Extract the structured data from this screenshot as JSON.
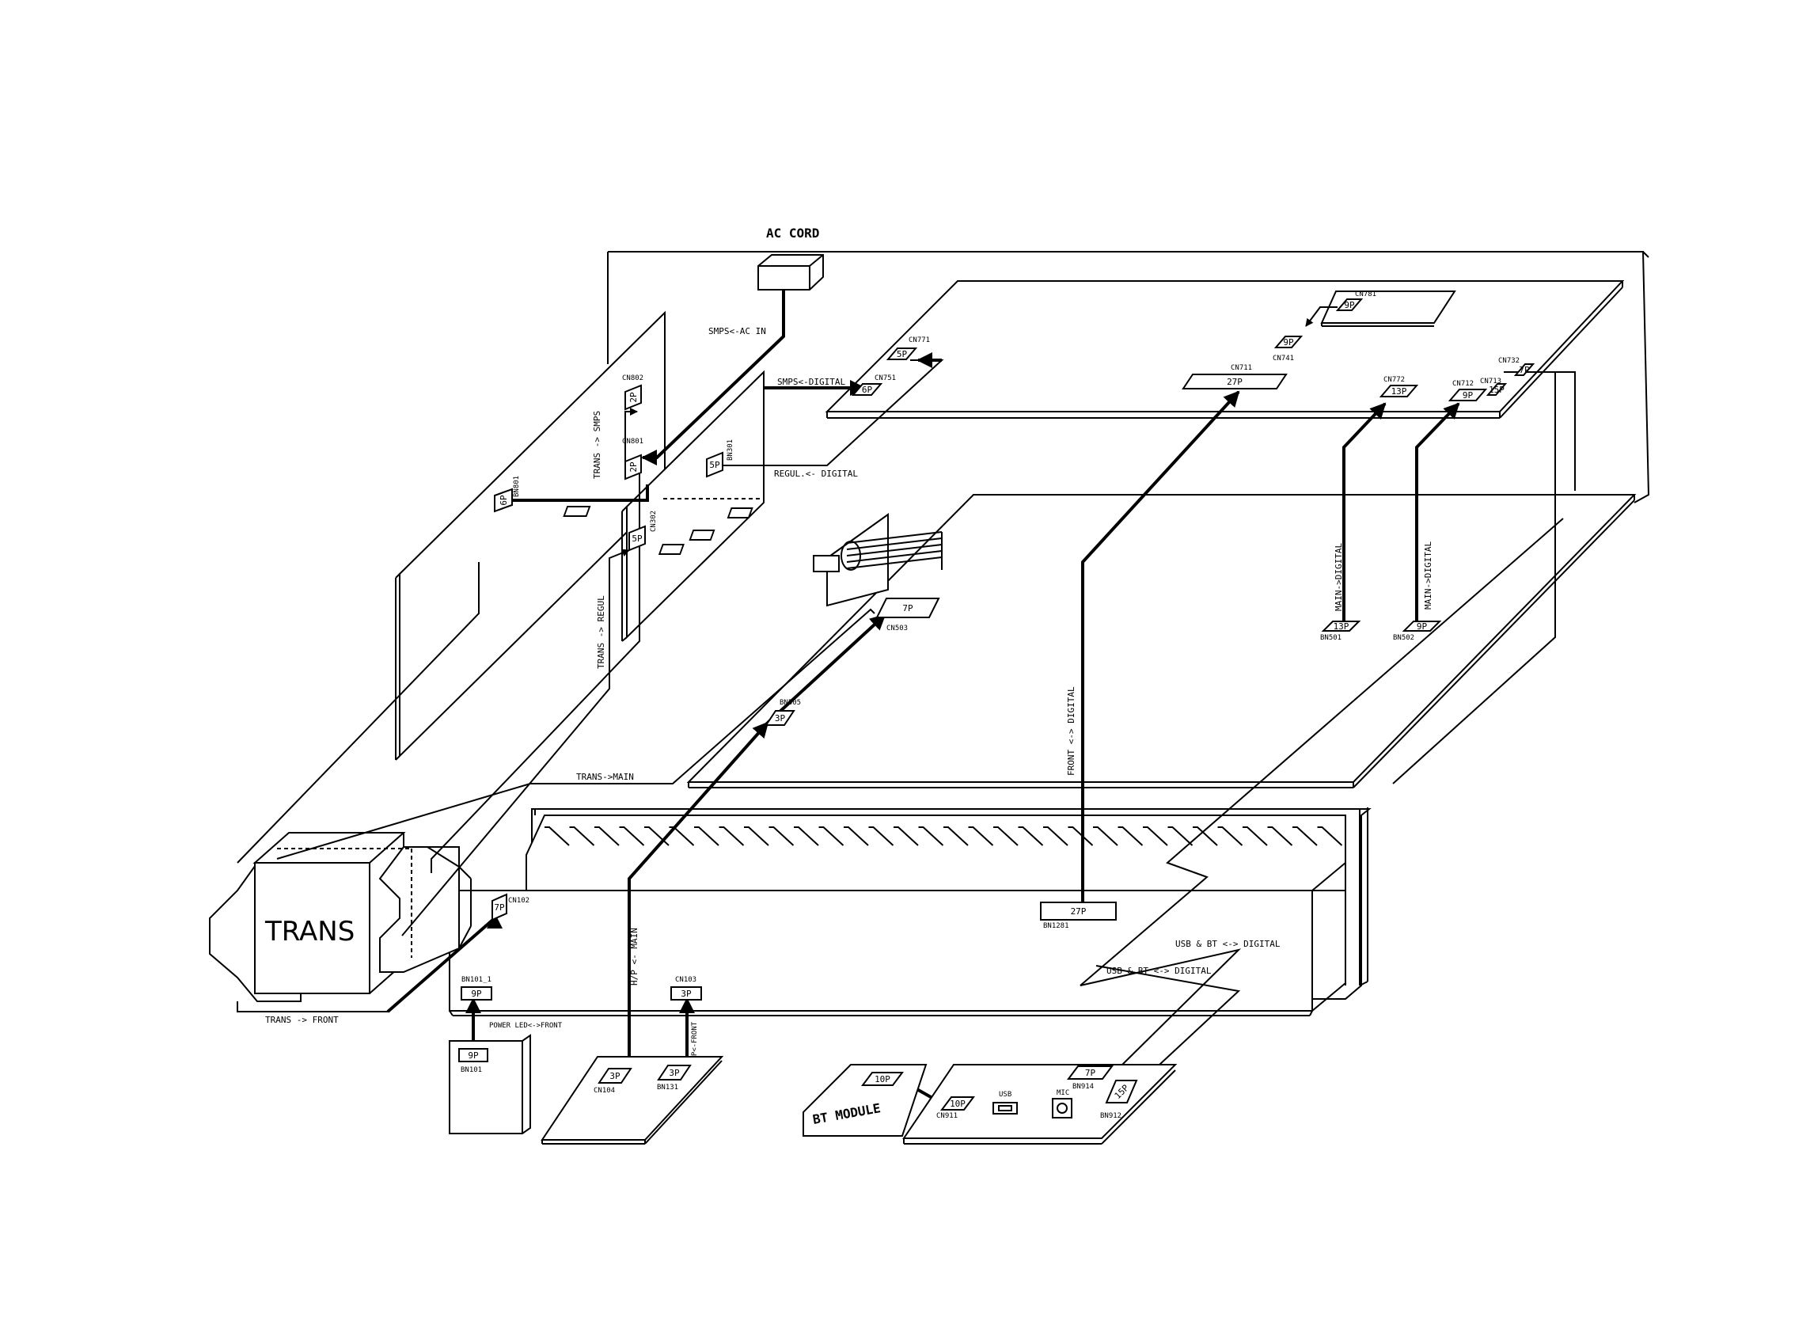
{
  "labels": {
    "ac_cord": "AC CORD",
    "smps_ac_in": "SMPS<-AC IN",
    "smps_digital": "SMPS<-DIGITAL",
    "regul_digital": "REGUL.<- DIGITAL",
    "trans_smps": "TRANS -> SMPS",
    "trans_regul": "TRANS -> REGUL",
    "trans_main": "TRANS->MAIN",
    "trans_front": "TRANS -> FRONT",
    "trans": "TRANS",
    "front_digital": "FRONT <-> DIGITAL",
    "main_digital_1": "MAIN->DIGITAL",
    "main_digital_2": "MAIN->DIGITAL",
    "hp_main": "H/P <- MAIN",
    "hp_front": "H/P<-FRONT",
    "usb_bt_digital_1": "USB & BT <-> DIGITAL",
    "usb_bt_digital_2": "USB & BT <-> DIGITAL",
    "power_led_front": "POWER LED<->FRONT",
    "bt_module": "BT MODULE",
    "usb": "USB",
    "mic": "MIC"
  },
  "connectors": {
    "cn802": {
      "name": "CN802",
      "pins": "2P"
    },
    "cn801": {
      "name": "CN801",
      "pins": "2P"
    },
    "bn801": {
      "name": "BN801",
      "pins": "6P"
    },
    "bn301": {
      "name": "BN301",
      "pins": "5P"
    },
    "cn302": {
      "name": "CN302",
      "pins": "5P"
    },
    "cn771": {
      "name": "CN771",
      "pins": "5P"
    },
    "cn751": {
      "name": "CN751",
      "pins": "6P"
    },
    "cn781": {
      "name": "CN781",
      "pins": "9P"
    },
    "cn741": {
      "name": "CN741",
      "pins": "9P"
    },
    "cn711": {
      "name": "CN711",
      "pins": "27P"
    },
    "cn772": {
      "name": "CN772",
      "pins": "13P"
    },
    "cn712": {
      "name": "CN712",
      "pins": "9P"
    },
    "cn713": {
      "name": "CN713",
      "pins": "15P"
    },
    "cn732": {
      "name": "CN732",
      "pins": "7P"
    },
    "cn503": {
      "name": "CN503",
      "pins": "7P"
    },
    "bn505": {
      "name": "BN505",
      "pins": "3P"
    },
    "bn501": {
      "name": "BN501",
      "pins": "13P"
    },
    "bn502": {
      "name": "BN502",
      "pins": "9P"
    },
    "cn102": {
      "name": "CN102",
      "pins": "7P"
    },
    "bn1281": {
      "name": "BN1281",
      "pins": "27P"
    },
    "bn101_1": {
      "name": "BN101_1",
      "pins": "9P"
    },
    "cn103": {
      "name": "CN103",
      "pins": "3P"
    },
    "bn101": {
      "name": "BN101",
      "pins": "9P"
    },
    "cn104": {
      "name": "CN104",
      "pins": "3P"
    },
    "bn131": {
      "name": "BN131",
      "pins": "3P"
    },
    "bt10p": {
      "name": "",
      "pins": "10P"
    },
    "cn911": {
      "name": "CN911",
      "pins": "10P"
    },
    "bn914": {
      "name": "BN914",
      "pins": "7P"
    },
    "bn912": {
      "name": "BN912",
      "pins": "15P"
    }
  }
}
